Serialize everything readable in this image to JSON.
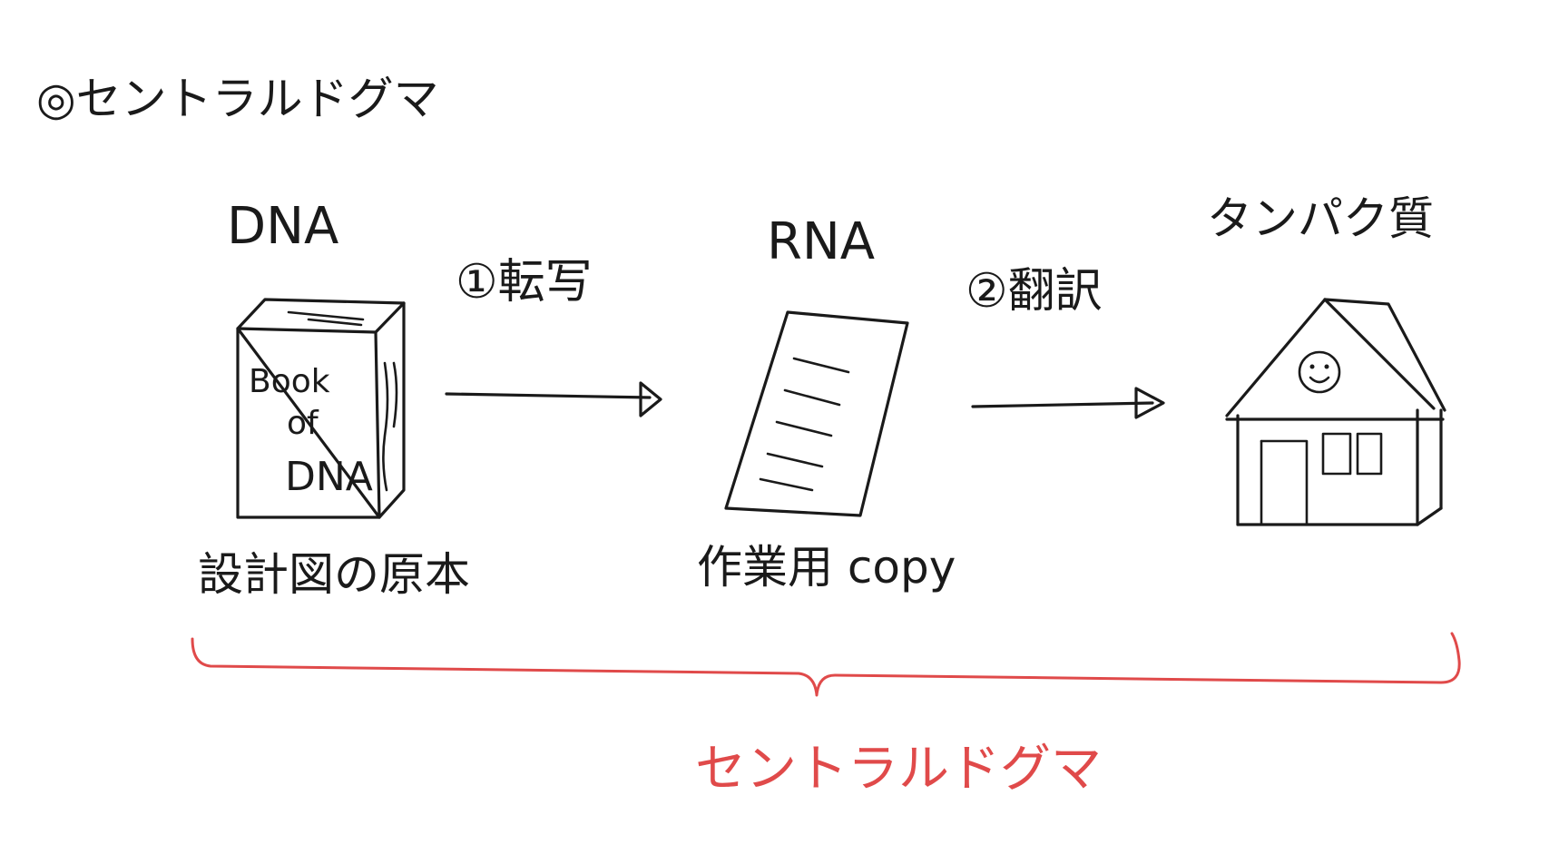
{
  "title": "◎セントラルドグマ",
  "nodes": [
    {
      "id": "dna",
      "label": "DNA",
      "icon": "book-icon",
      "book_title": [
        "Book",
        "of",
        "DNA"
      ],
      "caption": "設計図の原本"
    },
    {
      "id": "rna",
      "label": "RNA",
      "icon": "document-icon",
      "caption": "作業用 copy"
    },
    {
      "id": "protein",
      "label": "タンパク質",
      "icon": "house-icon"
    }
  ],
  "edges": [
    {
      "from": "dna",
      "to": "rna",
      "label": "①転写"
    },
    {
      "from": "rna",
      "to": "protein",
      "label": "②翻訳"
    }
  ],
  "brace": {
    "label": "セントラルドグマ",
    "color": "#e04a4a"
  },
  "colors": {
    "ink": "#1a1a1a",
    "accent": "#e04a4a",
    "background": "#ffffff"
  }
}
